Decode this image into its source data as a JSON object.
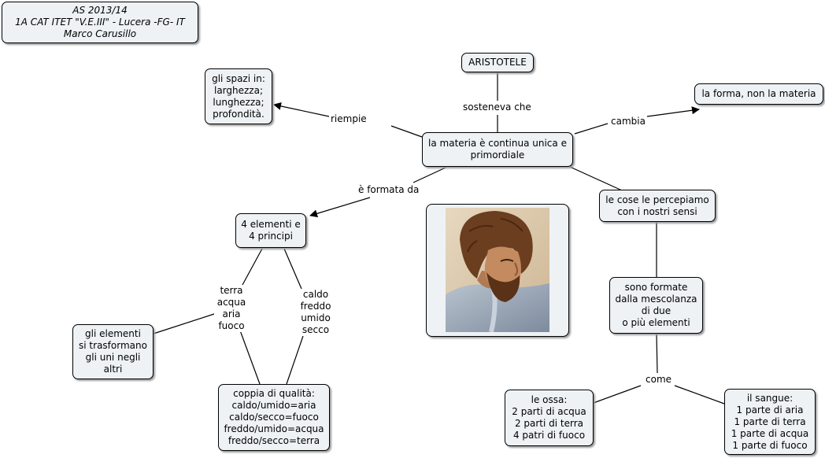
{
  "header": {
    "line1": "AS 2013/14",
    "line2": "1A CAT ITET \"V.E.III\" - Lucera -FG- IT",
    "line3": "Marco Carusillo"
  },
  "nodes": {
    "aristotele": "ARISTOTELE",
    "spazi": "gli spazi in:\nlarghezza;\nlunghezza;\nprofondità.",
    "forma": "la forma, non la materia",
    "materia": "la materia è continua unica e\nprimordiale",
    "elementi": "4 elementi e\n4 principi",
    "percepiamo": "le cose le percepiamo\ncon i nostri sensi",
    "trasformano": "gli elementi\nsi trasformano\ngli uni negli\naltri",
    "mescolanza": "sono formate\ndalla mescolanza\ndi due\no più elementi",
    "coppia": "coppia di qualità:\ncaldo/umido=aria\ncaldo/secco=fuoco\nfreddo/umido=acqua\nfreddo/secco=terra",
    "ossa": "le ossa:\n2 parti di acqua\n2 parti di terra\n4 patri di fuoco",
    "sangue": "il sangue:\n1 parte di aria\n1 parte di terra\n1 parte di acqua\n1 parte di fuoco"
  },
  "links": {
    "sosteneva": "sosteneva che",
    "riempie": "riempie",
    "cambia": "cambia",
    "formata": "è formata da",
    "elementi_list": "terra\nacqua\naria\nfuoco",
    "qualita_list": "caldo\nfreddo\numido\nsecco",
    "come": "come"
  },
  "image": {
    "subject": "portrait-of-aristotle-painting"
  }
}
